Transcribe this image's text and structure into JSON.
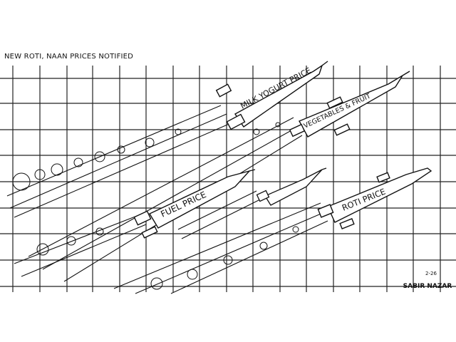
{
  "caption": "NEW ROTI, NAAN PRICES NOTIFIED",
  "rockets": {
    "milk_yogurt": "MILK YOGURT PRICE",
    "vegetables_fruit": "VEGETABLES & FRUIT",
    "fuel": "FUEL PRICE",
    "roti": "ROTI PRICE"
  },
  "signature": {
    "date": "2-26",
    "name": "SABIR NAZAR"
  },
  "colors": {
    "ink": "#111111",
    "paper": "#ffffff",
    "grid": "#222222"
  }
}
